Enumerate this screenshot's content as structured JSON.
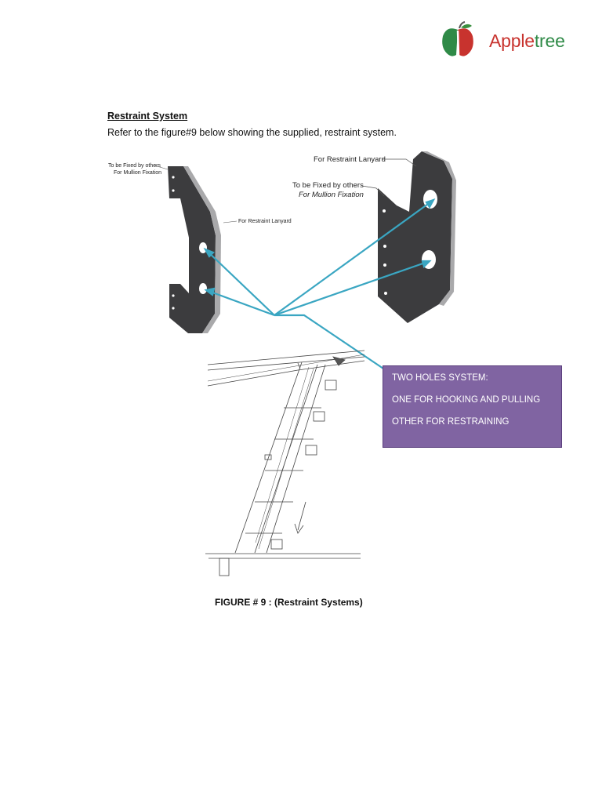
{
  "header": {
    "logo": {
      "brand_part1": "Apple",
      "brand_part2": "tree",
      "icon": "apple-icon",
      "colors": {
        "apple_red": "#c8332e",
        "apple_green": "#2f8a47",
        "leaf": "#3a8f3f"
      }
    }
  },
  "section": {
    "heading": "Restraint System",
    "intro": "Refer to the figure#9 below showing the supplied, restraint system."
  },
  "figure": {
    "left_bracket": {
      "label_fixed_line1": "To be Fixed by others",
      "label_fixed_line2": "For Mullion Fixation",
      "label_lanyard": "For Restraint Lanyard"
    },
    "right_bracket": {
      "label_lanyard": "For Restraint Lanyard",
      "label_fixed_line1": "To be Fixed by others",
      "label_fixed_line2": "For Mullion Fixation"
    },
    "callout": {
      "line1": "TWO HOLES SYSTEM:",
      "line2": "ONE FOR HOOKING AND PULLING",
      "line3": "OTHER FOR RESTRAINING",
      "background": "#8064a2"
    },
    "arrow_color": "#3aa6c2",
    "caption": "FIGURE # 9 : (Restraint Systems)"
  }
}
